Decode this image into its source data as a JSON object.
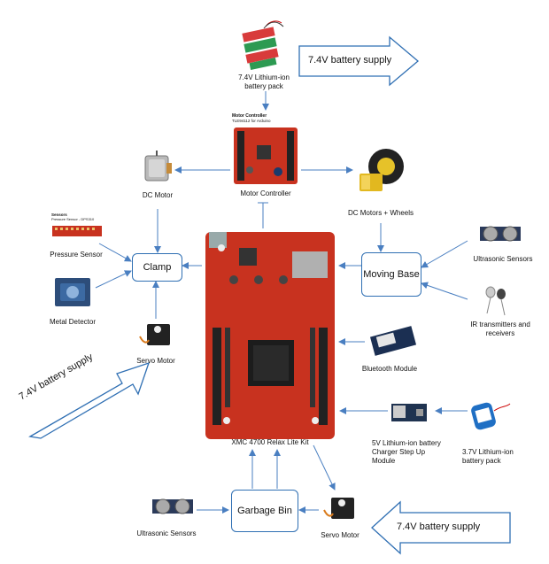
{
  "components": {
    "battery_pack_top": "7.4V Lithium-ion battery pack",
    "motor_controller": "Motor Controller",
    "motor_controller_board_title": "Motor Controller",
    "motor_controller_board_sub": "TLE94112 for Arduino",
    "dc_motor": "DC Motor",
    "dc_motors_wheels": "DC Motors + Wheels",
    "pressure_sensor": "Pressure Sensor",
    "pressure_board_title": "Sensors",
    "pressure_board_sub": "Pressure Sensor - DPS310",
    "metal_detector": "Metal Detector",
    "servo_motor_left": "Servo Motor",
    "ultrasonic_right": "Ultrasonic Sensors",
    "ir": "IR transmitters and receivers",
    "bluetooth": "Bluetooth Module",
    "charger": "5V Lithium-ion battery Charger Step Up Module",
    "battery_37": "3.7V Lithium-ion battery pack",
    "xmc": "XMC 4700 Relax Lite Kit",
    "ultrasonic_bottom": "Ultrasonic Sensors",
    "servo_motor_bottom": "Servo Motor"
  },
  "boxes": {
    "clamp": "Clamp",
    "moving_base": "Moving Base",
    "garbage_bin": "Garbage Bin"
  },
  "supply_arrows": {
    "top": "7.4V battery supply",
    "left": "7.4V battery supply",
    "bottom": "7.4V battery supply"
  },
  "colors": {
    "connector": "#4a7fc1",
    "box_border": "#2f6fb3",
    "board_red": "#c8321f"
  }
}
